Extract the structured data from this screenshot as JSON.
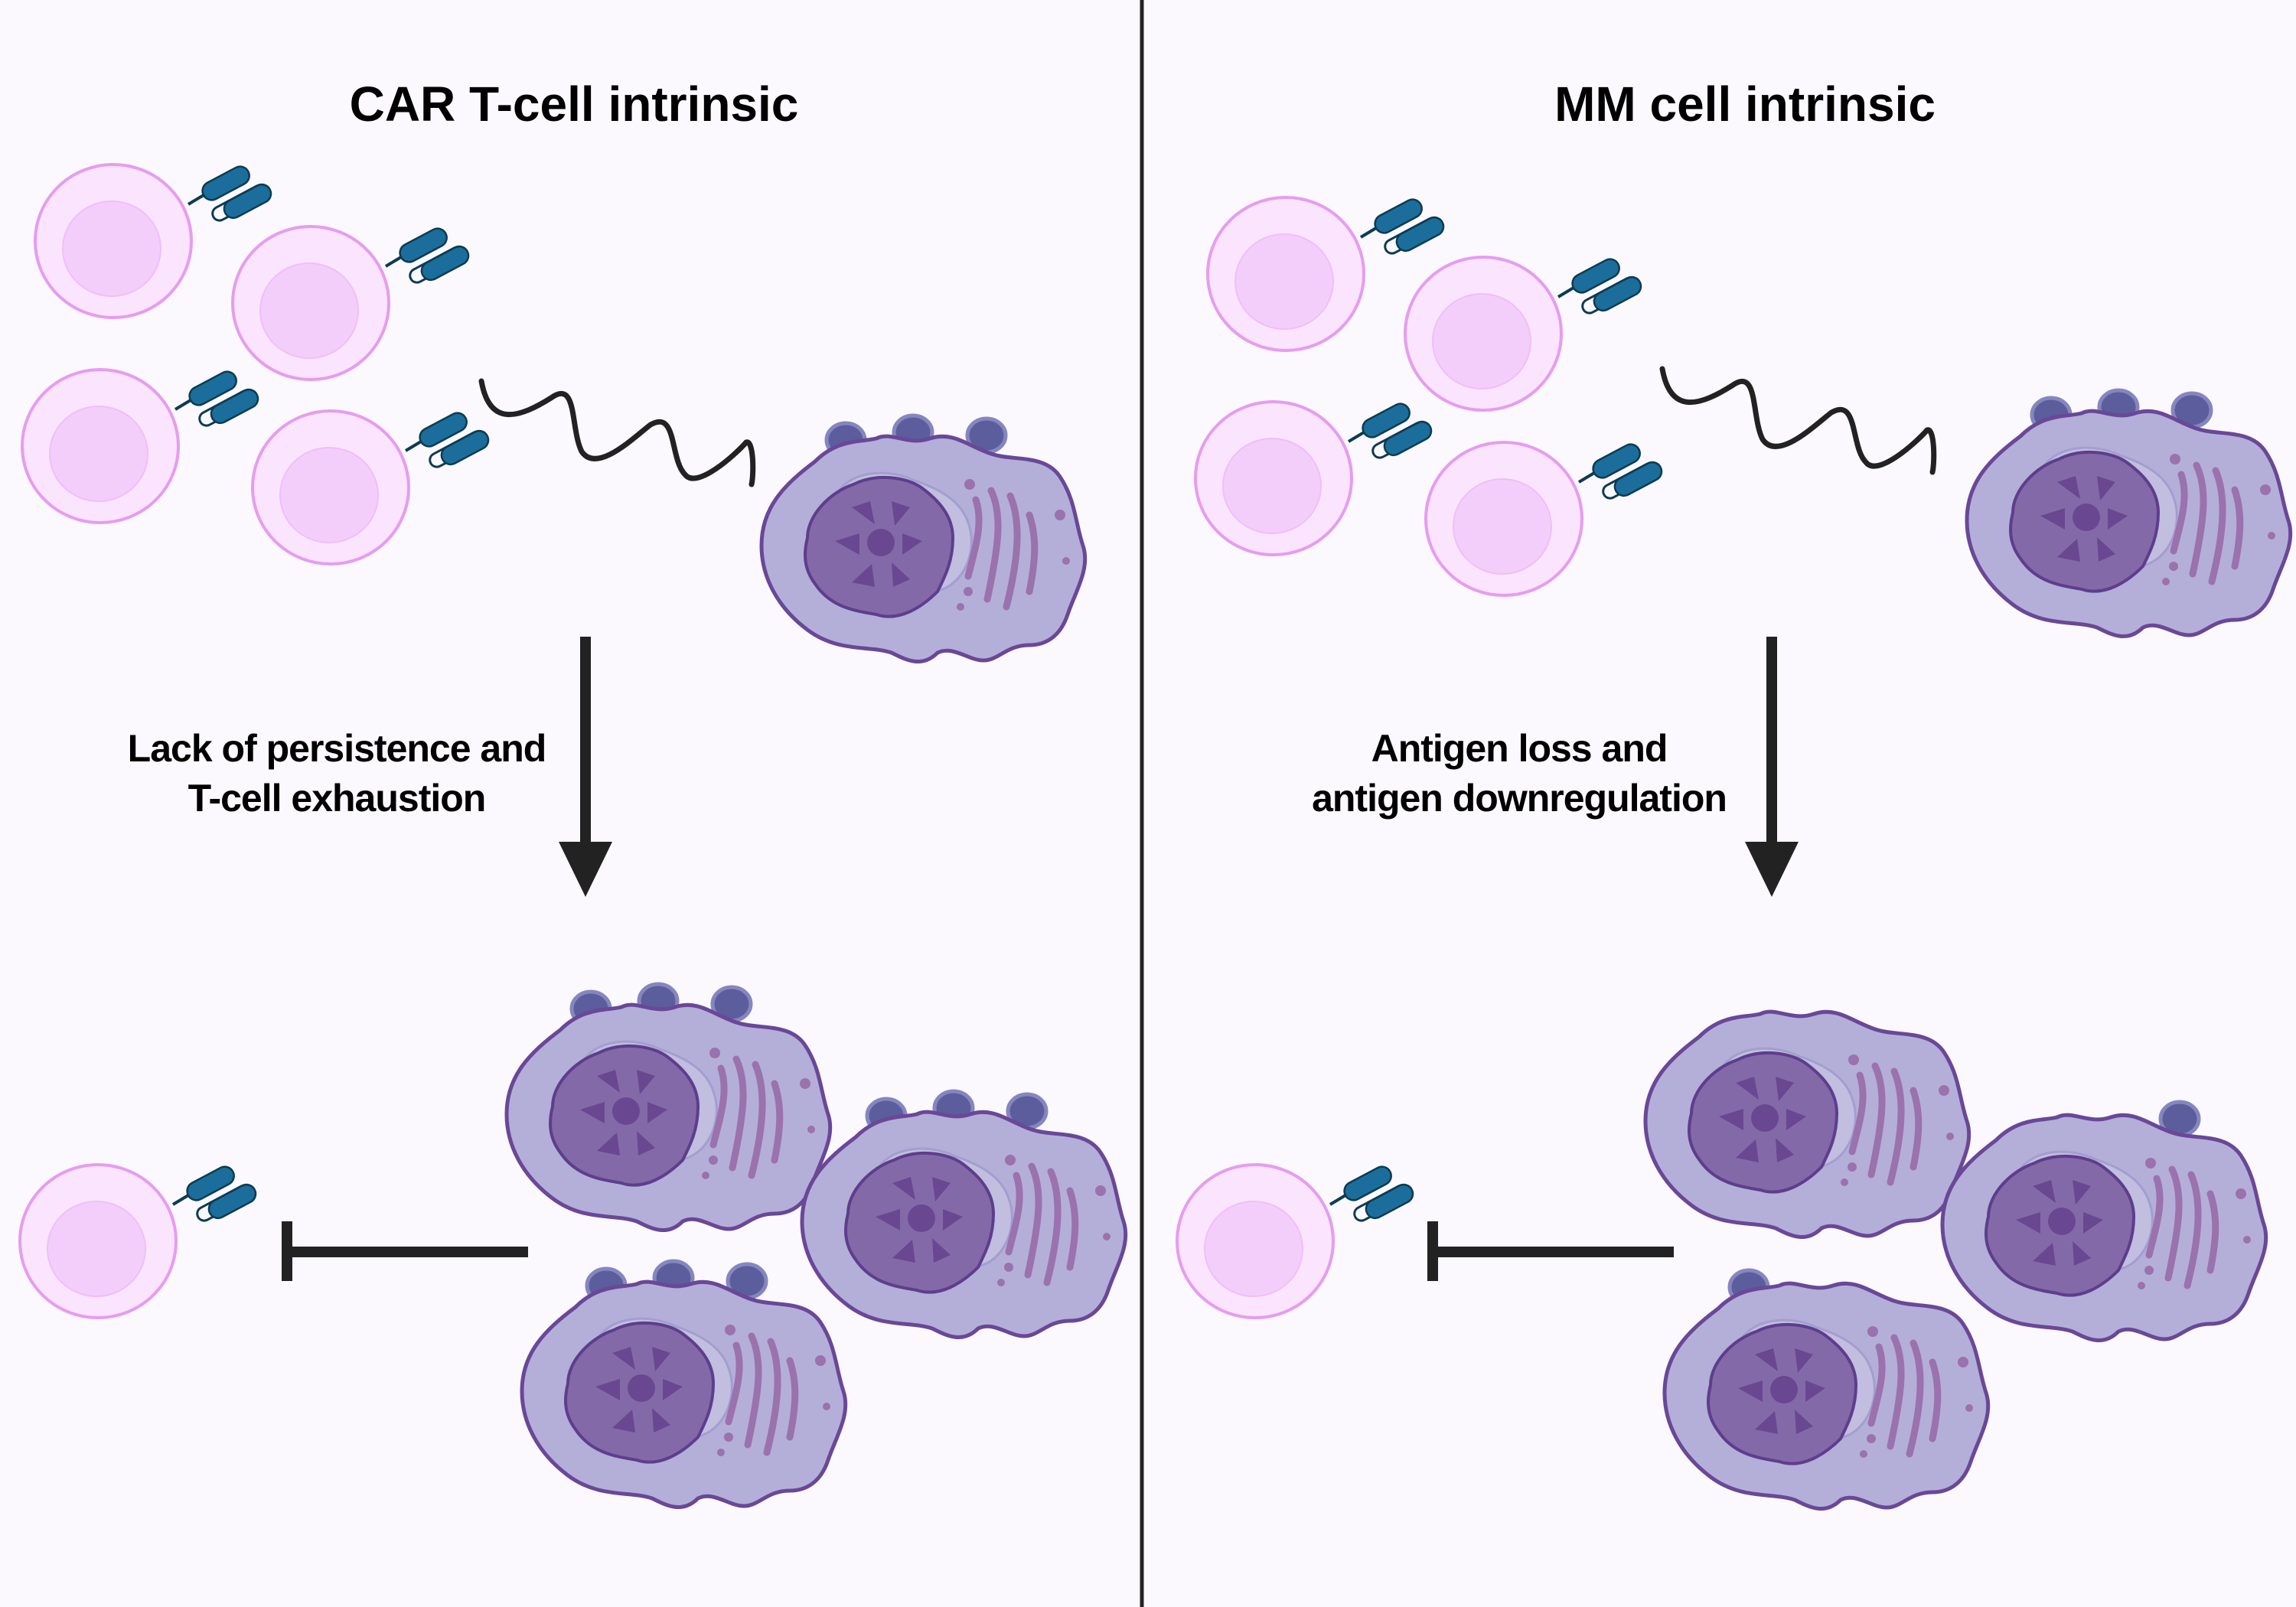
{
  "figure": {
    "background_color": "#fbf9fe",
    "panels": [
      {
        "id": "car-t-cell-intrinsic",
        "title": "CAR T-cell intrinsic",
        "caption_lines": [
          "Lack of persistence and",
          "T-cell exhaustion"
        ],
        "top_state": {
          "car_t_cells": 4,
          "myeloma_cells": 1,
          "antigens_per_myeloma_cell": 3,
          "signal": "wavy-line"
        },
        "bottom_state": {
          "car_t_cells": 1,
          "myeloma_cells": 3,
          "antigens_per_myeloma_cell": 3,
          "relation": "inhibition"
        }
      },
      {
        "id": "mm-cell-intrinsic",
        "title": "MM cell intrinsic",
        "caption_lines": [
          "Antigen loss and",
          "antigen downregulation"
        ],
        "top_state": {
          "car_t_cells": 4,
          "myeloma_cells": 1,
          "antigens_per_myeloma_cell": 3,
          "signal": "wavy-line"
        },
        "bottom_state": {
          "car_t_cells": 1,
          "myeloma_cells": 3,
          "antigens_per_myeloma_cell": 0.33,
          "relation": "inhibition"
        }
      }
    ],
    "colors": {
      "t_cell_fill": "#fbe4fd",
      "t_cell_outline": "#e69cf0",
      "t_cell_nucleus": "#f3cefb",
      "car_receptor": "#1b6e9b",
      "car_receptor_outline": "#0d3b52",
      "myeloma_cytoplasm": "#b3afd9",
      "myeloma_outline": "#6a4797",
      "myeloma_nucleus": "#8469a8",
      "myeloma_chromatin": "#6a4791",
      "myeloma_golgi": "#c1bee0",
      "myeloma_er": "#9b72ad",
      "antigen": "#5b5d9c",
      "antigen_outline": "#8686bf",
      "arrow": "#222222",
      "divider": "#222222"
    }
  }
}
